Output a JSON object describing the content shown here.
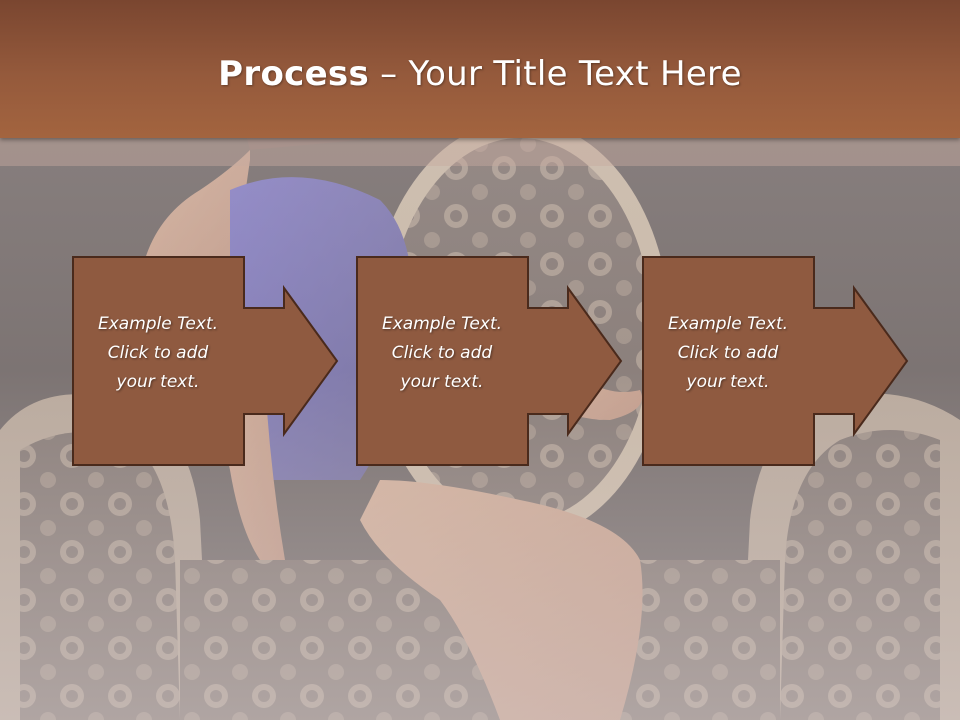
{
  "slide": {
    "title_bold": "Process",
    "title_rest": " – Your Title Text Here"
  },
  "steps": [
    {
      "line1": "Example Text.",
      "line2": "Click  to add",
      "line3": "your text."
    },
    {
      "line1": "Example Text.",
      "line2": "Click  to add",
      "line3": "your text."
    },
    {
      "line1": "Example Text.",
      "line2": "Click  to add",
      "line3": "your text."
    }
  ],
  "colors": {
    "header": "#955a3c",
    "box_fill": "#8f5a40",
    "box_stroke": "#4a2a1c"
  }
}
